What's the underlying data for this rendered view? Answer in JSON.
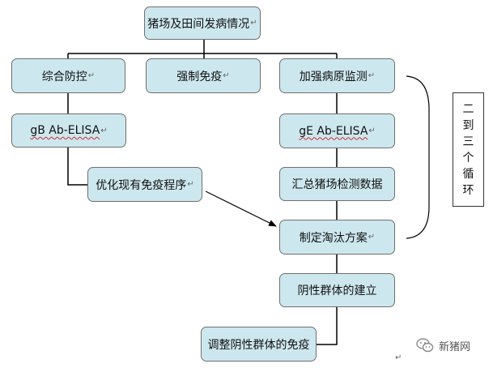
{
  "diagram": {
    "nodes": {
      "root": "猪场及田间发病情况",
      "comprehensive": "综合防控",
      "forced": "强制免疫",
      "monitoring": "加强病原监测",
      "gb_elisa": "gB Ab-ELISA",
      "ge_elisa": "gE Ab-ELISA",
      "optimize": "优化现有免疫程序",
      "summary": "汇总猪场检测数据",
      "culling": "制定淘汰方案",
      "negative": "阴性群体的建立",
      "adjust": "调整阴性群体的免疫"
    },
    "paragraph_mark": "↵",
    "cycle_label": [
      "二",
      "到",
      "三",
      "个",
      "循",
      "环"
    ],
    "watermark": {
      "text": "新猪网",
      "icon": "wechat-icon"
    },
    "colors": {
      "box_fill": "#cde7ee",
      "box_border": "#6f6f6f",
      "line": "#000000"
    }
  }
}
